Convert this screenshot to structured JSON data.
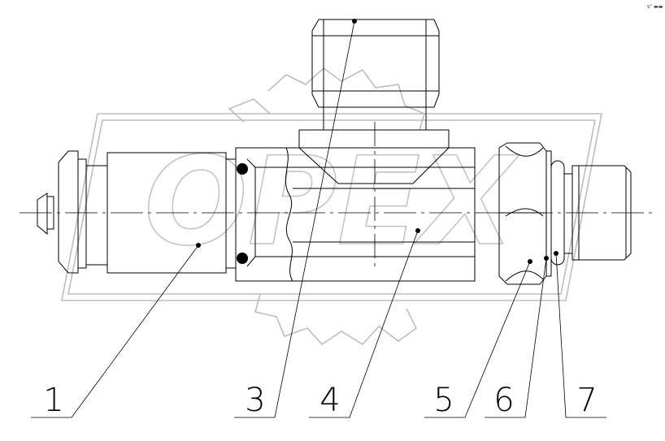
{
  "corner_mark": "s° ▬▬",
  "watermark": "OPEX",
  "callouts": [
    {
      "label": "1"
    },
    {
      "label": "3"
    },
    {
      "label": "4"
    },
    {
      "label": "5"
    },
    {
      "label": "6"
    },
    {
      "label": "7"
    }
  ]
}
